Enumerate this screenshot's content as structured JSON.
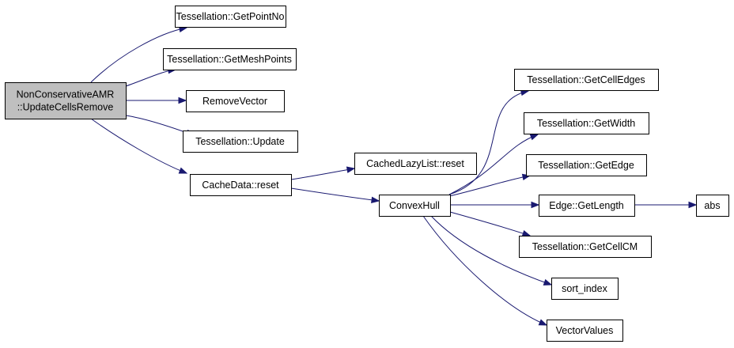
{
  "diagram": {
    "nodes": [
      {
        "id": "root",
        "lines": [
          "NonConservativeAMR",
          "::UpdateCellsRemove"
        ],
        "root": true
      },
      {
        "id": "getpointno",
        "lines": [
          "Tessellation::GetPointNo"
        ]
      },
      {
        "id": "getmeshpoints",
        "lines": [
          "Tessellation::GetMeshPoints"
        ]
      },
      {
        "id": "removevector",
        "lines": [
          "RemoveVector"
        ]
      },
      {
        "id": "update",
        "lines": [
          "Tessellation::Update"
        ]
      },
      {
        "id": "cachedata_reset",
        "lines": [
          "CacheData::reset"
        ]
      },
      {
        "id": "cachedlazylist_reset",
        "lines": [
          "CachedLazyList::reset"
        ]
      },
      {
        "id": "convexhull",
        "lines": [
          "ConvexHull"
        ]
      },
      {
        "id": "getcelledges",
        "lines": [
          "Tessellation::GetCellEdges"
        ]
      },
      {
        "id": "getwidth",
        "lines": [
          "Tessellation::GetWidth"
        ]
      },
      {
        "id": "getedge",
        "lines": [
          "Tessellation::GetEdge"
        ]
      },
      {
        "id": "edge_getlength",
        "lines": [
          "Edge::GetLength"
        ]
      },
      {
        "id": "getcellcm",
        "lines": [
          "Tessellation::GetCellCM"
        ]
      },
      {
        "id": "sort_index",
        "lines": [
          "sort_index"
        ]
      },
      {
        "id": "vectorvalues",
        "lines": [
          "VectorValues"
        ]
      },
      {
        "id": "abs",
        "lines": [
          "abs"
        ]
      }
    ],
    "edges": [
      [
        "root",
        "getpointno"
      ],
      [
        "root",
        "getmeshpoints"
      ],
      [
        "root",
        "removevector"
      ],
      [
        "root",
        "update"
      ],
      [
        "root",
        "cachedata_reset"
      ],
      [
        "cachedata_reset",
        "cachedlazylist_reset"
      ],
      [
        "cachedata_reset",
        "convexhull"
      ],
      [
        "convexhull",
        "getcelledges"
      ],
      [
        "convexhull",
        "getwidth"
      ],
      [
        "convexhull",
        "getedge"
      ],
      [
        "convexhull",
        "edge_getlength"
      ],
      [
        "convexhull",
        "getcellcm"
      ],
      [
        "convexhull",
        "sort_index"
      ],
      [
        "convexhull",
        "vectorvalues"
      ],
      [
        "edge_getlength",
        "abs"
      ]
    ]
  }
}
